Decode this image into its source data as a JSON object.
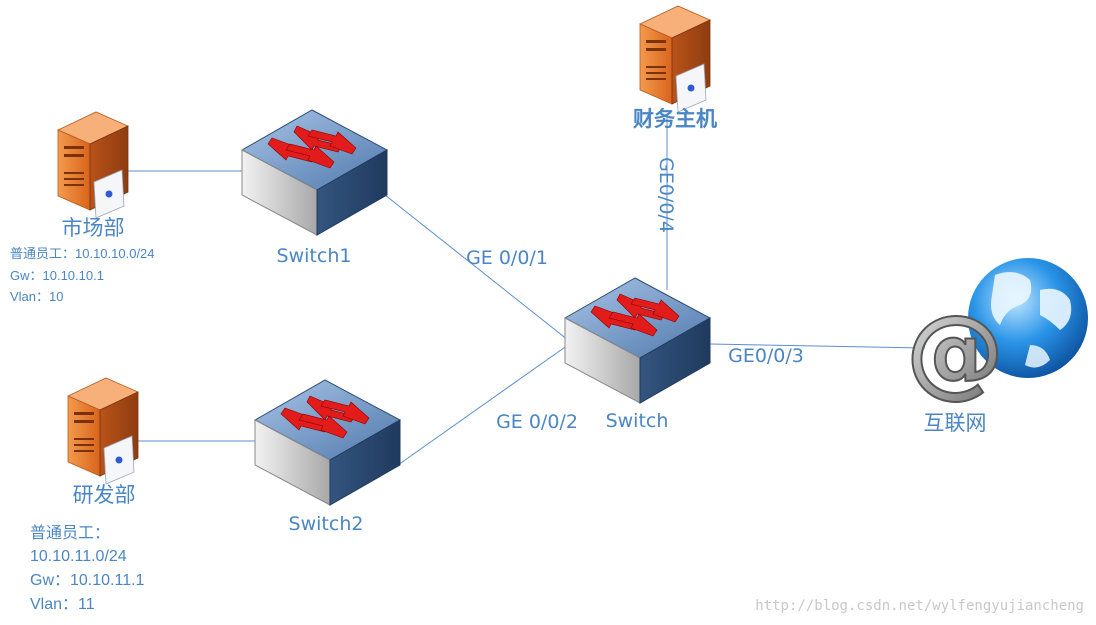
{
  "nodes": {
    "market_server": {
      "label": "市场部"
    },
    "rd_server": {
      "label": "研发部"
    },
    "finance_server": {
      "label": "财务主机"
    },
    "switch1": {
      "label": "Switch1"
    },
    "switch2": {
      "label": "Switch2"
    },
    "core_switch": {
      "label": "Switch"
    },
    "internet": {
      "label": "互联网"
    }
  },
  "links": {
    "switch1_core": {
      "label": "GE 0/0/1"
    },
    "switch2_core": {
      "label": "GE 0/0/2"
    },
    "core_internet": {
      "label": "GE0/0/3"
    },
    "finance_core": {
      "label": "GE0/0/4"
    }
  },
  "market_info": {
    "staff": "普通员工：10.10.10.0/24",
    "gw": "Gw：10.10.10.1",
    "vlan": "Vlan：10"
  },
  "rd_info": {
    "staff": "普通员工：",
    "subnet": "10.10.11.0/24",
    "gw": "Gw：10.10.11.1",
    "vlan": "Vlan：11"
  },
  "watermark": "http://blog.csdn.net/wylfengyujiancheng",
  "colors": {
    "label": "#4a86c5",
    "link": "#5b8fcf",
    "server_orange": "#e8782b",
    "switch_blue": "#3d6fa3",
    "arrow_red": "#e21b1b",
    "globe_blue": "#1a7fd6"
  }
}
